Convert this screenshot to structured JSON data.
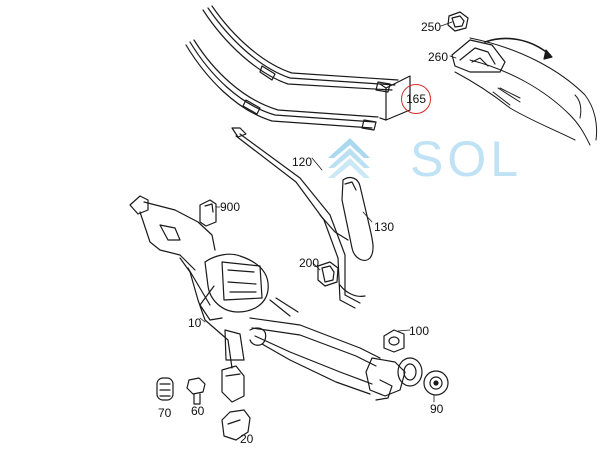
{
  "diagram": {
    "watermark_text": "SOL",
    "callouts": {
      "p250": "250",
      "p260": "260",
      "p165": "165",
      "p120": "120",
      "p130": "130",
      "p900": "900",
      "p200": "200",
      "p10": "10",
      "p100": "100",
      "p70": "70",
      "p60": "60",
      "p90": "90",
      "p20": "20"
    },
    "colors": {
      "line": "#1a1a1a",
      "highlight_ring": "#d22a2a",
      "watermark": "#bfe3f5"
    }
  }
}
